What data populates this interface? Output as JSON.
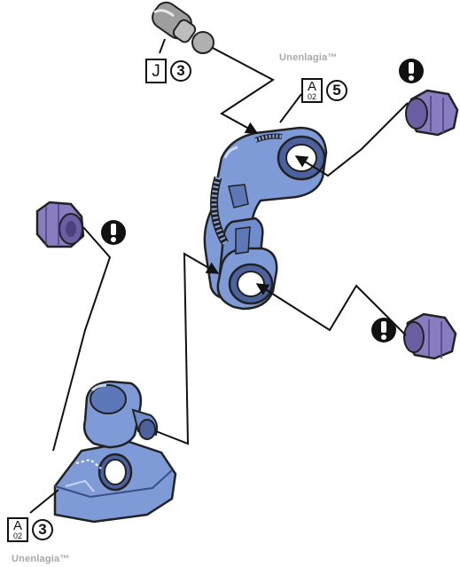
{
  "parts": {
    "j_pin": {
      "letter": "J",
      "quantity": "3"
    },
    "arm_frame": {
      "letter": "A",
      "sub": "02",
      "quantity": "5"
    },
    "base_frame": {
      "letter": "A",
      "sub": "02",
      "quantity": "3"
    }
  },
  "watermarks": {
    "upper": "Unenlagia™",
    "lower": "Unenlagia™"
  },
  "colors": {
    "blue_part": "#7e9bd8",
    "blue_dark": "#3a4f86",
    "purple_part": "#8a7cc0",
    "grey_pin": "#a6a6a6",
    "line": "#111111"
  },
  "icons": [
    "attention-icon",
    "attention-icon",
    "attention-icon"
  ]
}
